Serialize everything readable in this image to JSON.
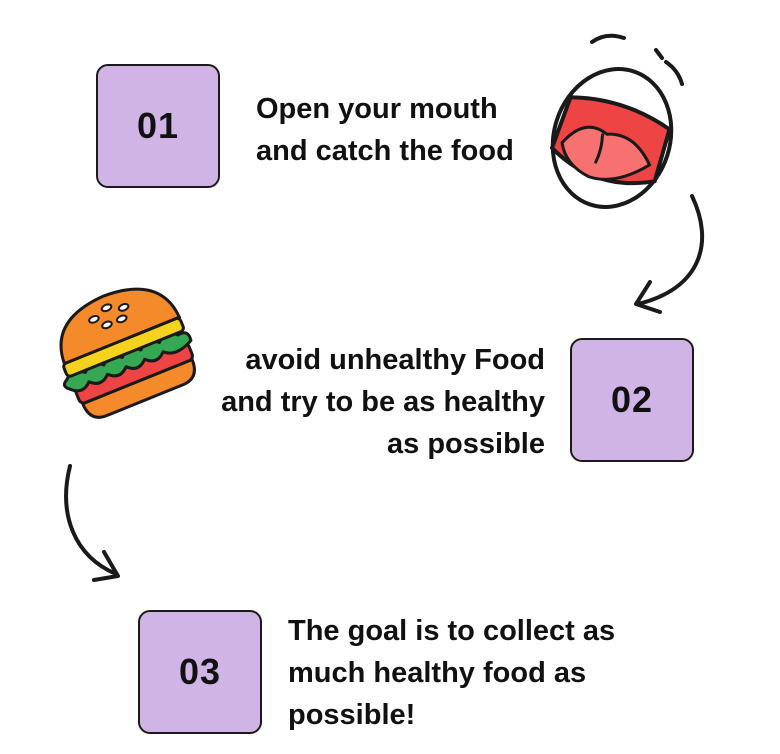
{
  "steps": [
    {
      "number": "01",
      "lines": [
        "Open your mouth",
        "and catch the food"
      ]
    },
    {
      "number": "02",
      "lines": [
        "avoid unhealthy Food",
        "and try to be as healthy",
        "as possible"
      ]
    },
    {
      "number": "03",
      "lines": [
        "The goal is to collect as",
        "much healthy food as",
        "possible!"
      ]
    }
  ],
  "colors": {
    "box_fill": "#cfb4e5",
    "outline": "#1a1a1a",
    "mouth_red": "#ef4444",
    "tongue": "#f87171",
    "bun": "#f58a2a",
    "cheese": "#f5d21e",
    "lettuce": "#35a853",
    "tomato": "#ef4444"
  },
  "icons": [
    "open-mouth-icon",
    "burger-icon",
    "curved-arrow-icon"
  ]
}
